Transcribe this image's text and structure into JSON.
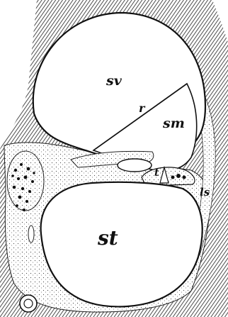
{
  "labels": {
    "sv": "sv",
    "r": "r",
    "sm": "sm",
    "t": "t",
    "ls": "ls",
    "st": "st"
  },
  "colors": {
    "ink": "#111111",
    "paper": "#ffffff",
    "hatch": "#2b2b2b"
  }
}
